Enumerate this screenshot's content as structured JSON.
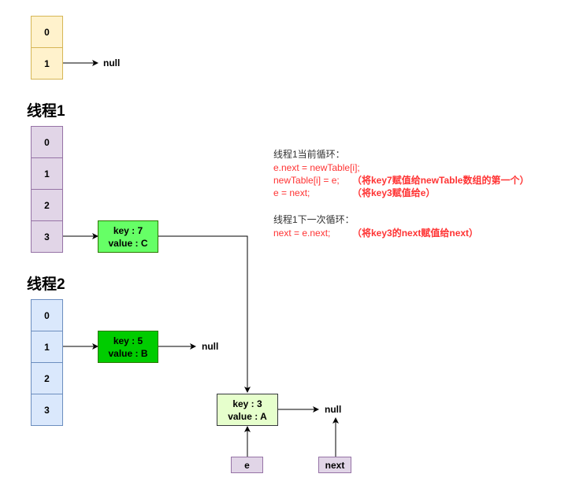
{
  "top_table": {
    "cells": [
      "0",
      "1"
    ],
    "null_label": "null"
  },
  "thread1": {
    "title": "线程1",
    "cells": [
      "0",
      "1",
      "2",
      "3"
    ],
    "node": {
      "key": "key : 7",
      "value": "value : C"
    }
  },
  "thread2": {
    "title": "线程2",
    "cells": [
      "0",
      "1",
      "2",
      "3"
    ],
    "node": {
      "key": "key : 5",
      "value": "value : B"
    },
    "null_label": "null"
  },
  "shared_node": {
    "key": "key : 3",
    "value": "value : A",
    "null_label": "null"
  },
  "pointers": {
    "e": "e",
    "next": "next"
  },
  "notes": {
    "current_title": "线程1当前循环：",
    "line1": "e.next = newTable[i];",
    "line2_code": "newTable[i] = e;",
    "line2_comment": "（将key7赋值给newTable数组的第一个）",
    "line3_code": "e = next;",
    "line3_comment": "（将key3赋值给e）",
    "next_title": "线程1下一次循环：",
    "line4_code": "next = e.next;",
    "line4_comment": "（将key3的next赋值给next）"
  },
  "colors": {
    "yellow_fill": "#fff2cc",
    "purple_fill": "#e1d5e7",
    "blue_fill": "#dae8fc",
    "node_c_fill": "#66ff66",
    "node_b_fill": "#00cc00",
    "node_a_fill": "#e6ffcc",
    "note_red": "#ff3333"
  }
}
